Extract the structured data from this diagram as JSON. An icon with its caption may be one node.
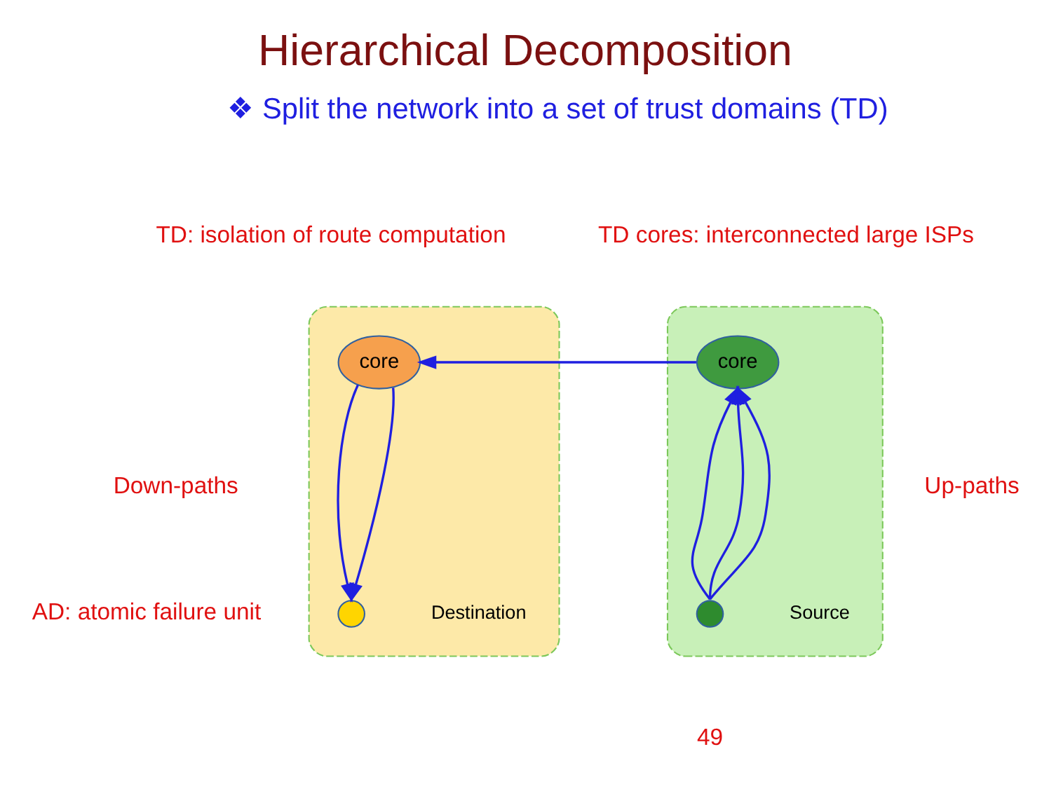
{
  "diagram": {
    "title": "Hierarchical Decomposition",
    "nodes": [
      {
        "text": [],
        "shape": "ellipse"
      },
      {
        "text": [
          "core"
        ],
        "in": 0
      },
      {
        "text": [],
        "shape": "circle",
        "in": 0,
        "beside": [
          "Destination"
        ]
      },
      {
        "text": [],
        "shape": "ellipse"
      },
      {
        "text": [
          "core"
        ],
        "in": 3
      },
      {
        "text": [],
        "shape": "circle",
        "in": 3,
        "beside": [
          "Source"
        ]
      }
    ],
    "edges": [
      {
        "from": 4,
        "to": 1,
        "arrow": "to"
      },
      {
        "from": 1,
        "to": 2,
        "arrow": "to"
      },
      {
        "from": 1,
        "to": 2,
        "arrow": "to"
      },
      {
        "from": 5,
        "to": 4,
        "arrow": "to"
      },
      {
        "from": 5,
        "to": 4,
        "arrow": "to"
      },
      {
        "from": 5,
        "to": 4,
        "arrow": "to"
      }
    ],
    "labels": [
      "❖ Split the network into a set of trust domains (TD)",
      "TD: isolation of route computation",
      "TD cores: interconnected large ISPs",
      "Down-paths",
      "Up-paths",
      "AD: atomic failure unit",
      "49"
    ]
  }
}
